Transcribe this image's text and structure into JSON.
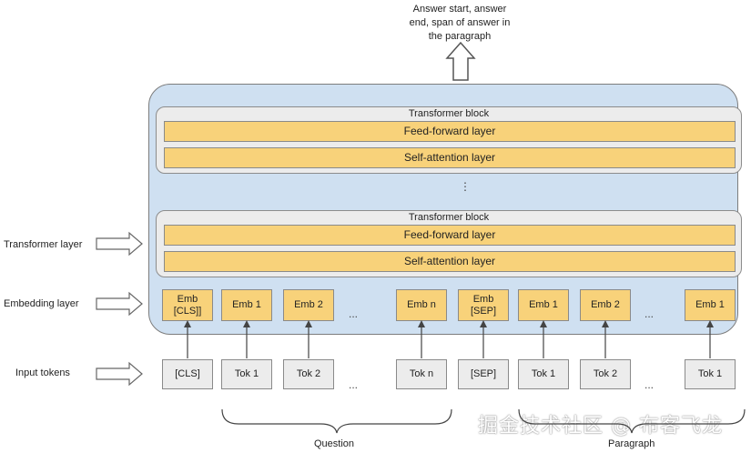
{
  "output_text": "Answer start, answer\nend, span of answer in\nthe paragraph",
  "transformer_blocks": [
    {
      "title": "Transformer block",
      "layers": [
        "Feed-forward layer",
        "Self-attention layer"
      ]
    },
    {
      "title": "Transformer block",
      "layers": [
        "Feed-forward layer",
        "Self-attention layer"
      ]
    }
  ],
  "vertical_ellipsis": "⋮",
  "side_labels": {
    "transformer": "Transformer layer",
    "embedding": "Embedding layer",
    "input": "Input tokens"
  },
  "embeddings": [
    "Emb\n[CLS]]",
    "Emb 1",
    "Emb 2",
    "Emb n",
    "Emb\n[SEP]",
    "Emb 1",
    "Emb 2",
    "Emb 1"
  ],
  "tokens": [
    "[CLS]",
    "Tok 1",
    "Tok 2",
    "Tok n",
    "[SEP]",
    "Tok 1",
    "Tok 2",
    "Tok 1"
  ],
  "ellipsis": "...",
  "groups": {
    "question": "Question",
    "paragraph": "Paragraph"
  },
  "watermark": "掘金技术社区 @ 布客飞龙",
  "colors": {
    "container": "#cfe0f1",
    "layer": "#f8d27a",
    "block": "#ececec",
    "token": "#ececec"
  }
}
